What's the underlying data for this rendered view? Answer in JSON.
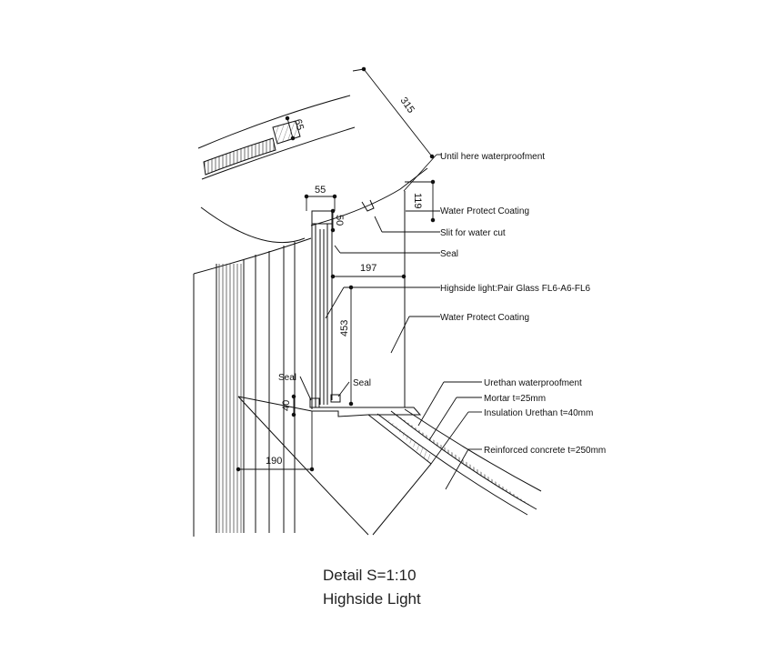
{
  "title": {
    "line1": "Detail S=1:10",
    "line2": "Highside Light"
  },
  "dimensions": {
    "d315": "315",
    "d65": "65",
    "d55": "55",
    "d50": "50",
    "d119": "119",
    "d197": "197",
    "d453": "453",
    "d40": "40",
    "d190": "190"
  },
  "annotations": {
    "waterproofment_end": "Until here waterproofment",
    "water_protect_coating_top": "Water Protect Coating",
    "slit": "Slit for water cut",
    "seal_top": "Seal",
    "glass": "Highside light:Pair Glass FL6-A6-FL6",
    "water_protect_coating_mid": "Water Protect Coating",
    "seal_left": "Seal",
    "seal_right": "Seal",
    "urethan_waterproof": "Urethan waterproofment",
    "mortar": "Mortar t=25mm",
    "insulation": "Insulation Urethan t=40mm",
    "concrete": "Reinforced concrete t=250mm"
  }
}
